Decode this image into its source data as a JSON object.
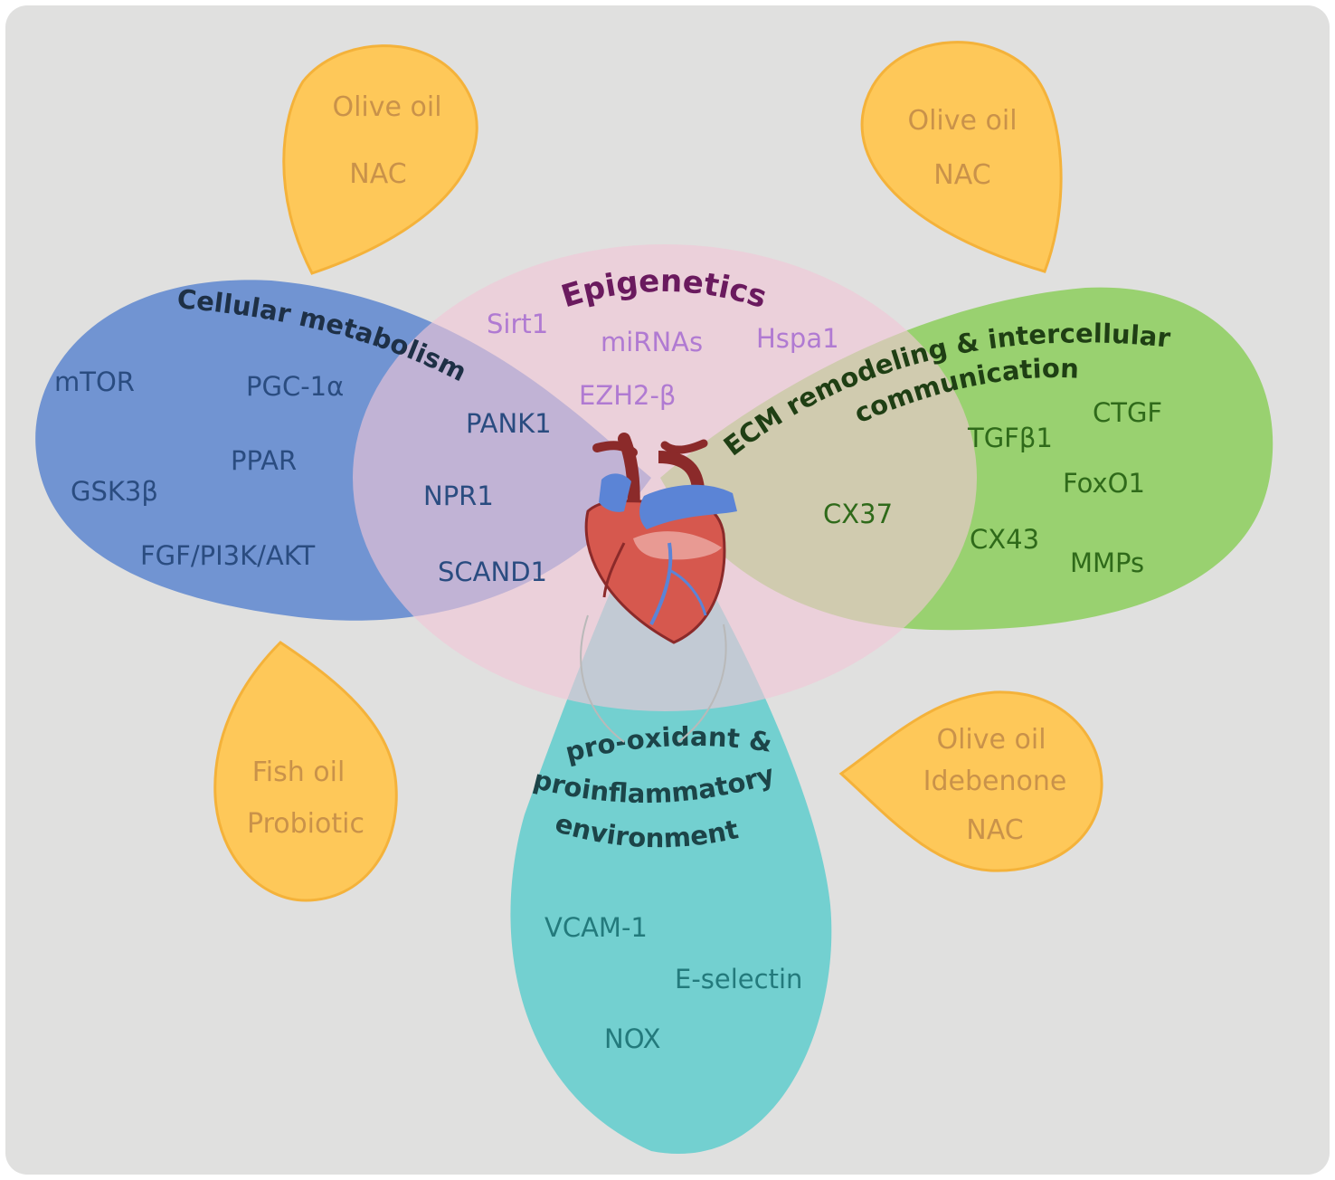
{
  "colors": {
    "background": "#e0e0df",
    "metabolism_fill": "#6a8fd1",
    "epigenetics_fill": "#e8c4d4",
    "ecm_fill": "#95d069",
    "oxidant_fill": "#6dcfcf",
    "drop_fill": "#fec859",
    "drop_stroke": "#f4b23a",
    "drop_text": "#c9924a",
    "metabolism_text": "#2a4c80",
    "epigenetics_text": "#b07ad2",
    "epigenetics_title": "#6a1a5e",
    "ecm_text": "#2f6a1a",
    "oxidant_text": "#237a7c"
  },
  "regions": {
    "metabolism": {
      "title": "Cellular metabolism",
      "items": [
        "mTOR",
        "PGC-1α",
        "PPAR",
        "GSK3β",
        "FGF/PI3K/AKT",
        "PANK1",
        "NPR1",
        "SCAND1"
      ]
    },
    "epigenetics": {
      "title": "Epigenetics",
      "items": [
        "Sirt1",
        "miRNAs",
        "Hspa1",
        "EZH2-β"
      ]
    },
    "ecm": {
      "title_line1": "ECM remodeling & intercellular",
      "title_line2": "communication",
      "items": [
        "CTGF",
        "TGFβ1",
        "FoxO1",
        "CX37",
        "CX43",
        "MMPs"
      ]
    },
    "oxidant": {
      "title_line1": "pro-oxidant &",
      "title_line2": "proinflammatory",
      "title_line3": "environment",
      "items": [
        "VCAM-1",
        "E-selectin",
        "NOX"
      ]
    }
  },
  "drops": {
    "top_left": [
      "Olive oil",
      "NAC"
    ],
    "top_right": [
      "Olive oil",
      "NAC"
    ],
    "bottom_left": [
      "Fish oil",
      "Probiotic"
    ],
    "bottom_right": [
      "Olive oil",
      "Idebenone",
      "NAC"
    ]
  },
  "heart_icon": "heart-icon"
}
